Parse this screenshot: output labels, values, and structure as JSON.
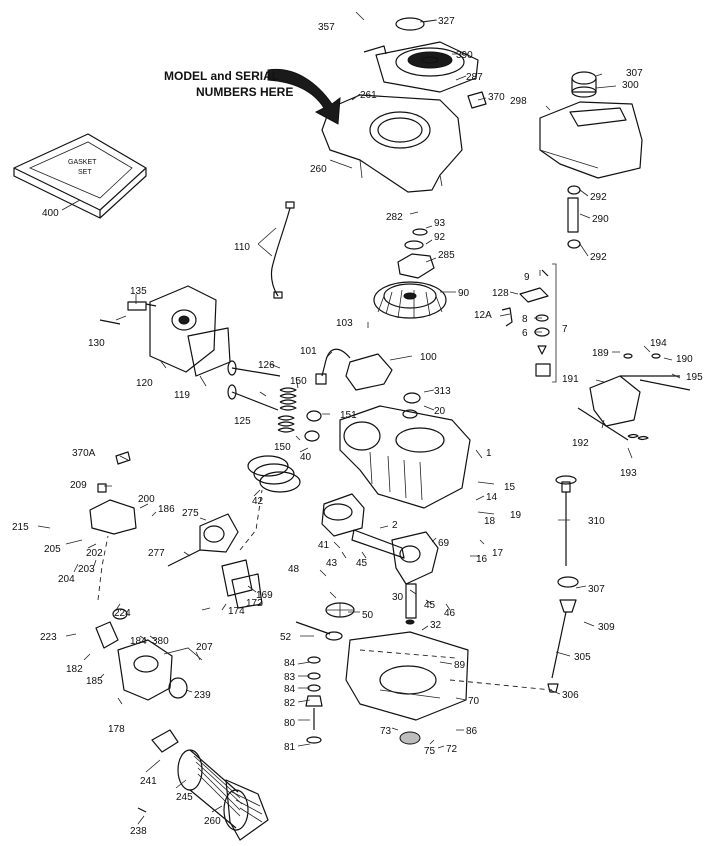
{
  "callout": {
    "line1": "MODEL and SERIAL",
    "line2": "NUMBERS HERE"
  },
  "gasket_box": {
    "line1": "GASKET",
    "line2": "SET"
  },
  "labels": [
    "357",
    "327",
    "390",
    "287",
    "370",
    "261",
    "260",
    "282",
    "93",
    "92",
    "285",
    "90",
    "307",
    "300",
    "298",
    "292",
    "290",
    "292",
    "400",
    "110",
    "135",
    "130",
    "120",
    "119",
    "126",
    "125",
    "103",
    "101",
    "100",
    "150",
    "150",
    "151",
    "40",
    "313",
    "20",
    "9",
    "128",
    "12A",
    "8",
    "6",
    "7",
    "194",
    "189",
    "190",
    "195",
    "191",
    "192",
    "193",
    "370A",
    "209",
    "200",
    "186",
    "215",
    "205",
    "202",
    "204",
    "203",
    "275",
    "277",
    "42",
    "1",
    "15",
    "14",
    "19",
    "18",
    "17",
    "16",
    "2",
    "69",
    "41",
    "43",
    "45",
    "30",
    "45",
    "46",
    "48",
    "50",
    "52",
    "32",
    "310",
    "307",
    "309",
    "305",
    "306",
    "169",
    "172",
    "174",
    "224",
    "223",
    "182",
    "185",
    "184",
    "380",
    "207",
    "178",
    "239",
    "84",
    "83",
    "84",
    "82",
    "80",
    "81",
    "89",
    "70",
    "73",
    "75",
    "72",
    "86",
    "241",
    "245",
    "260",
    "238"
  ]
}
